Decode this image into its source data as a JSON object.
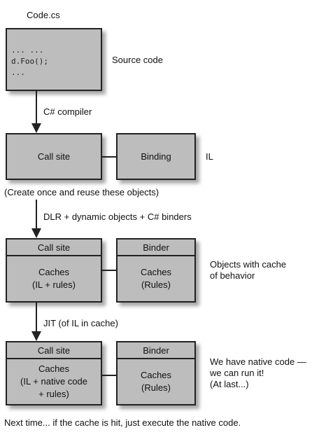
{
  "file_label": "Code.cs",
  "source": {
    "code_lines": [
      "... ...",
      "d.Foo();",
      "..."
    ],
    "label": "Source code"
  },
  "step1": {
    "label": "C# compiler"
  },
  "row1": {
    "call_site": "Call site",
    "binding": "Binding",
    "side_label": "IL",
    "note": "(Create once and reuse these objects)"
  },
  "step2": {
    "label": "DLR + dynamic objects + C# binders"
  },
  "row2": {
    "call_site_header": "Call site",
    "call_site_body": [
      "Caches",
      "(IL + rules)"
    ],
    "binder_header": "Binder",
    "binder_body": [
      "Caches",
      "(Rules)"
    ],
    "side_label": [
      "Objects with cache",
      "of behavior"
    ]
  },
  "step3": {
    "label": "JIT (of IL in cache)"
  },
  "row3": {
    "call_site_header": "Call site",
    "call_site_body": [
      "Caches",
      "(IL + native code",
      "+ rules)"
    ],
    "binder_header": "Binder",
    "binder_body": [
      "Caches",
      "(Rules)"
    ],
    "side_label": [
      "We have native code —",
      "we can run it!",
      "(At last...)"
    ]
  },
  "footer": "Next time... if the cache is hit, just execute the native code."
}
